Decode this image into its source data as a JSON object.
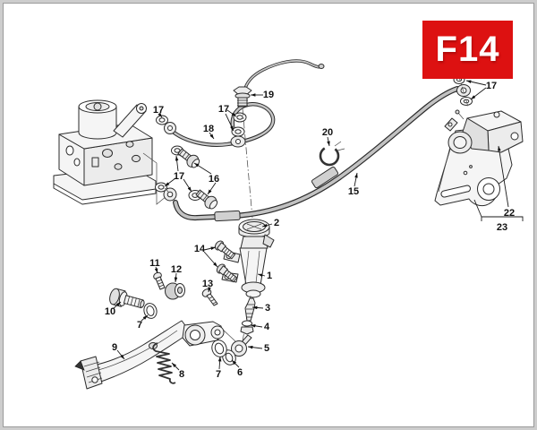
{
  "badge": {
    "label": "F14",
    "background": "#dd1111",
    "text_color": "#ffffff"
  },
  "frame": {
    "outer_color": "#cdcdcd",
    "inner_line_color": "#9b9b9b",
    "background": "#ffffff"
  },
  "diagram": {
    "ink_color": "#2b2b2b",
    "labels": [
      {
        "text": "19"
      },
      {
        "text": "17"
      },
      {
        "text": "18"
      },
      {
        "text": "17"
      },
      {
        "text": "17"
      },
      {
        "text": "16"
      },
      {
        "text": "20"
      },
      {
        "text": "15"
      },
      {
        "text": "17"
      },
      {
        "text": "2"
      },
      {
        "text": "22"
      },
      {
        "text": "23"
      },
      {
        "text": "14"
      },
      {
        "text": "11"
      },
      {
        "text": "12"
      },
      {
        "text": "13"
      },
      {
        "text": "10"
      },
      {
        "text": "7"
      },
      {
        "text": "9"
      },
      {
        "text": "8"
      },
      {
        "text": "1"
      },
      {
        "text": "3"
      },
      {
        "text": "4"
      },
      {
        "text": "5"
      },
      {
        "text": "6"
      },
      {
        "text": "7"
      }
    ]
  }
}
